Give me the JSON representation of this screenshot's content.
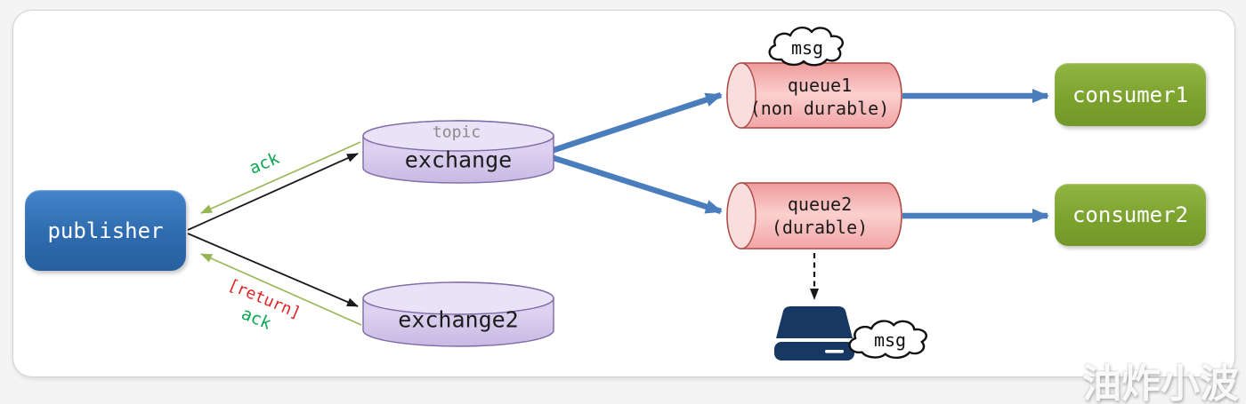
{
  "diagram": {
    "publisher": {
      "label": "publisher"
    },
    "exchange": {
      "badge": "topic",
      "label": "exchange"
    },
    "exchange2": {
      "label": "exchange2"
    },
    "queue1": {
      "name": "queue1",
      "durability": "(non durable)"
    },
    "queue2": {
      "name": "queue2",
      "durability": "(durable)"
    },
    "consumer1": {
      "label": "consumer1"
    },
    "consumer2": {
      "label": "consumer2"
    },
    "clouds": {
      "queue1_msg": "msg",
      "disk_msg": "msg"
    },
    "edge_labels": {
      "ack_from_exchange": "ack",
      "return_from_exchange2": "[return]",
      "ack_from_exchange2": "ack"
    },
    "watermark": "油炸小波",
    "colors": {
      "publisher_fill": "#2e6bae",
      "consumer_fill": "#7ba12d",
      "exchange_fill": "#d5c9ee",
      "exchange_border": "#7f6ba6",
      "queue_fill": "#f8bcbc",
      "queue_border": "#ad4a46",
      "route_arrow_blue": "#4a7dbc",
      "ack_arrow_green": "#9cba5a",
      "ack_text_green": "#0aa653",
      "return_text_red": "#e02424",
      "disk_fill": "#173863",
      "message_arrow_black": "#1a1a1a"
    }
  }
}
